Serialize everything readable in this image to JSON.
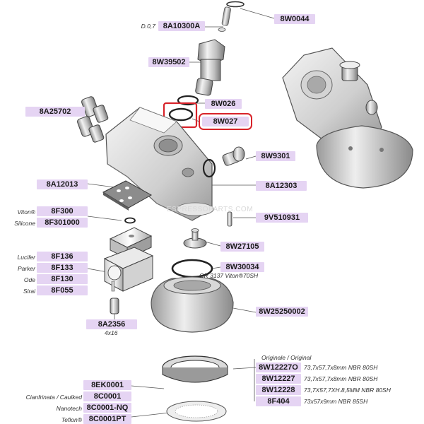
{
  "labels": {
    "a": "8W0044",
    "b": "8A10300A",
    "c": "8W39502",
    "d": "8W026",
    "e": "8W027",
    "f": "8A25702",
    "g": "8W9301",
    "h": "8A12013",
    "i": "8A12303",
    "j": "8F300",
    "k": "8F301000",
    "l": "9V510931",
    "m": "8W27105",
    "n": "8F136",
    "o": "8F133",
    "p": "8W30034",
    "q": "8F130",
    "r": "8F055",
    "s": "8W25250002",
    "t": "8A2356",
    "u": "8W12227O",
    "v": "8W12227",
    "w": "8EK0001",
    "x": "8W12228",
    "y": "8C0001",
    "z": "8F404",
    "aa": "8C0001-NQ",
    "ab": "8C0001PT"
  },
  "notes": {
    "d07": "D.0,7",
    "viton": "Viton®",
    "silicone": "Silicone",
    "lucifer": "Lucifer",
    "parker": "Parker",
    "ode": "Ode",
    "sirai": "Sirai",
    "or3137": "OR 3137 Viton®70SH",
    "size4x16": "4x16",
    "originale": "Originale / Original",
    "spec1": "73,7x57,7x8mm NBR 80SH",
    "spec2": "73,7x57,7x8mm NBR 80SH",
    "spec3": "73,7X57,7XH.8,5MM NBR 80SH",
    "spec4": "73x57x9mm NBR 85SH",
    "cianfrinata": "Cianfrinata / Caulked",
    "nanotech": "Nanotech",
    "teflon": "Teflon®"
  },
  "watermark": "ESPRESSOPARTS.COM",
  "colors": {
    "label_bg": "#e5d4f3",
    "highlight": "#d8232a",
    "line": "#555555"
  }
}
